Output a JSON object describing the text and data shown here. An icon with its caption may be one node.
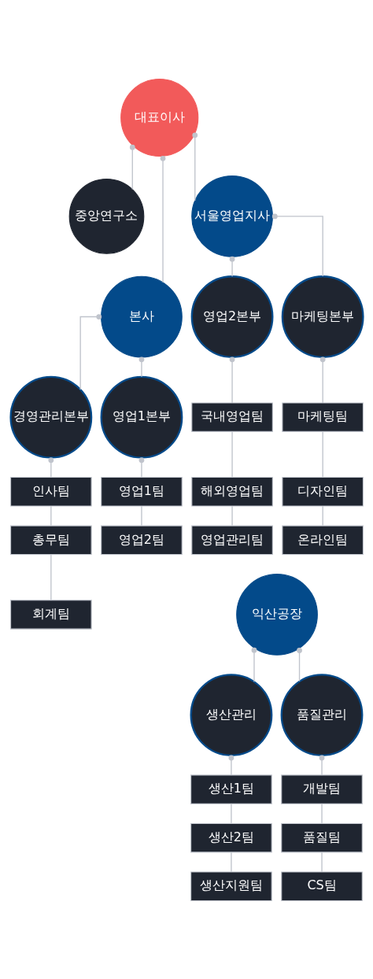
{
  "diagram": {
    "nodes": [
      {
        "text": [
          "대표이사"
        ]
      },
      {
        "text": [
          "중앙연구소"
        ]
      },
      {
        "text": [
          "본사"
        ]
      },
      {
        "text": [
          "서울영업지사"
        ]
      },
      {
        "text": [
          "경영관리본부"
        ]
      },
      {
        "text": [
          "영업1본부"
        ]
      },
      {
        "text": [
          "영업2본부"
        ]
      },
      {
        "text": [
          "마케팅본부"
        ]
      },
      {
        "text": [
          "인사팀"
        ]
      },
      {
        "text": [
          "총무팀"
        ]
      },
      {
        "text": [
          "회계팀"
        ]
      },
      {
        "text": [
          "영업1팀"
        ]
      },
      {
        "text": [
          "영업2팀"
        ]
      },
      {
        "text": [
          "국내영업팀"
        ]
      },
      {
        "text": [
          "해외영업팀"
        ]
      },
      {
        "text": [
          "영업관리팀"
        ]
      },
      {
        "text": [
          "마케팅팀"
        ]
      },
      {
        "text": [
          "디자인팀"
        ]
      },
      {
        "text": [
          "온라인팀"
        ]
      },
      {
        "text": [
          "익산공장"
        ]
      },
      {
        "text": [
          "생산관리"
        ]
      },
      {
        "text": [
          "품질관리"
        ]
      },
      {
        "text": [
          "생산1팀"
        ]
      },
      {
        "text": [
          "생산2팀"
        ]
      },
      {
        "text": [
          "생산지원팀"
        ]
      },
      {
        "text": [
          "개발팀"
        ]
      },
      {
        "text": [
          "품질팀"
        ]
      },
      {
        "text": [
          "CS팀"
        ]
      }
    ],
    "edges": [
      {
        "from": 0,
        "to": 1,
        "arrow": "other"
      },
      {
        "from": 0,
        "to": 2,
        "arrow": "other"
      },
      {
        "from": 0,
        "to": 3,
        "arrow": "other"
      },
      {
        "from": 2,
        "to": 4,
        "arrow": "other"
      },
      {
        "from": 2,
        "to": 5,
        "arrow": "other"
      },
      {
        "from": 3,
        "to": 6,
        "arrow": "other"
      },
      {
        "from": 3,
        "to": 7,
        "arrow": "other"
      },
      {
        "from": 4,
        "to": 8,
        "arrow": "other"
      },
      {
        "from": 8,
        "to": 9,
        "arrow": "none"
      },
      {
        "from": 9,
        "to": 10,
        "arrow": "none"
      },
      {
        "from": 5,
        "to": 11,
        "arrow": "other"
      },
      {
        "from": 11,
        "to": 12,
        "arrow": "none"
      },
      {
        "from": 6,
        "to": 13,
        "arrow": "other"
      },
      {
        "from": 13,
        "to": 14,
        "arrow": "none"
      },
      {
        "from": 14,
        "to": 15,
        "arrow": "none"
      },
      {
        "from": 7,
        "to": 16,
        "arrow": "other"
      },
      {
        "from": 16,
        "to": 17,
        "arrow": "none"
      },
      {
        "from": 17,
        "to": 18,
        "arrow": "none"
      },
      {
        "from": 19,
        "to": 20,
        "arrow": "other"
      },
      {
        "from": 19,
        "to": 21,
        "arrow": "other"
      },
      {
        "from": 20,
        "to": 22,
        "arrow": "other"
      },
      {
        "from": 22,
        "to": 23,
        "arrow": "none"
      },
      {
        "from": 23,
        "to": 24,
        "arrow": "none"
      },
      {
        "from": 21,
        "to": 25,
        "arrow": "other"
      },
      {
        "from": 25,
        "to": 26,
        "arrow": "none"
      },
      {
        "from": 26,
        "to": 27,
        "arrow": "none"
      }
    ]
  }
}
